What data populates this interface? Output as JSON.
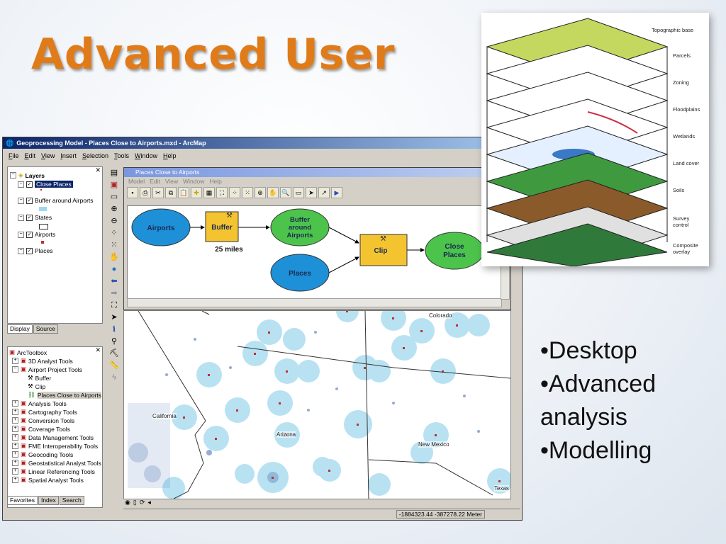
{
  "slide": {
    "title": "Advanced User"
  },
  "arcmap": {
    "title": "Geoprocessing Model - Places Close to Airports.mxd - ArcMap",
    "menu": [
      "File",
      "Edit",
      "View",
      "Insert",
      "Selection",
      "Tools",
      "Window",
      "Help"
    ],
    "toc": {
      "root": "Layers",
      "layers": [
        "Close Places",
        "Buffer around Airports",
        "States",
        "Airports",
        "Places"
      ],
      "tabs": [
        "Display",
        "Source"
      ]
    },
    "toolbox": {
      "root": "ArcToolbox",
      "items": [
        "3D Analyst Tools",
        "Airport Project Tools",
        "Buffer",
        "Clip",
        "Places Close to Airports",
        "Analysis Tools",
        "Cartography Tools",
        "Conversion Tools",
        "Coverage Tools",
        "Data Management Tools",
        "FME Interoperability Tools",
        "Geocoding Tools",
        "Geostatistical Analyst Tools",
        "Linear Referencing Tools",
        "Spatial Analyst Tools"
      ],
      "tabs": [
        "Favorites",
        "Index",
        "Search"
      ]
    },
    "model_window": {
      "title": "Places Close to Airports",
      "menu": [
        "Model",
        "Edit",
        "View",
        "Window",
        "Help"
      ],
      "nodes": {
        "airports": "Airports",
        "buffer": "Buffer",
        "buffer_param": "25 miles",
        "buffer_output": [
          "Buffer",
          "around",
          "Airports"
        ],
        "places": "Places",
        "clip": "Clip",
        "close_places": [
          "Close",
          "Places"
        ]
      }
    },
    "map_labels": [
      "Colorado",
      "California",
      "Arizona",
      "New Mexico",
      "Texas"
    ],
    "status": {
      "coords": "-1884323.44  -387278.22 Meter"
    }
  },
  "figure": {
    "layers": [
      "Topographic base",
      "Parcels",
      "Zoning",
      "Floodplains",
      "Wetlands",
      "Land cover",
      "Soils",
      "Survey control",
      "Composite overlay"
    ]
  },
  "bullets": [
    "•Desktop",
    "•Advanced",
    "analysis",
    "•Modelling"
  ],
  "colors": {
    "title": "#e07b1a",
    "model_blue": "#1e90d8",
    "model_yellow": "#f4c430",
    "model_green": "#4cc44c"
  }
}
